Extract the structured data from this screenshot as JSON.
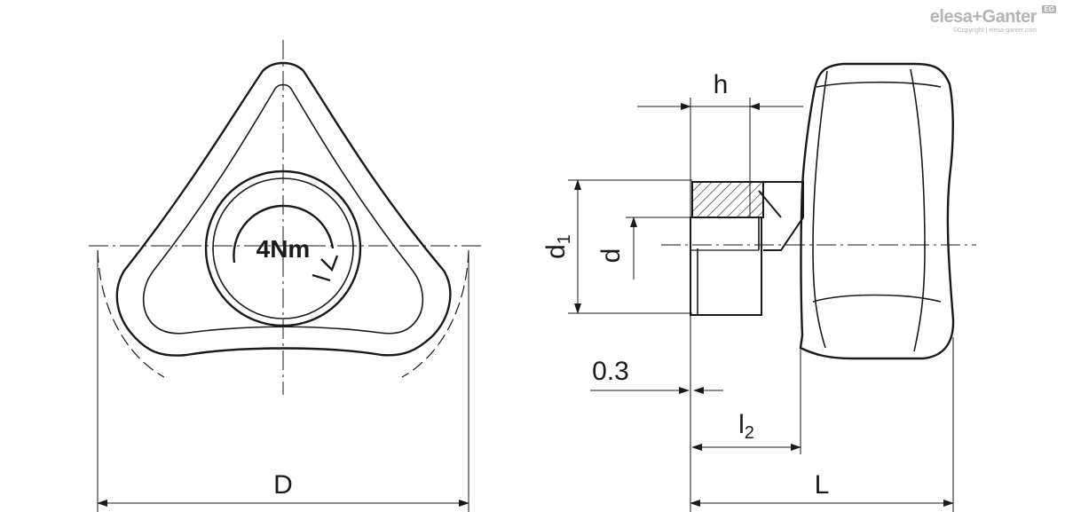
{
  "brand": {
    "name": "elesa+Ganter",
    "tagline": "©Copyright | elesa-ganter.com",
    "badge": "EG"
  },
  "front_view": {
    "torque_label": "4Nm",
    "diameter_label": "D"
  },
  "side_view": {
    "height_label": "h",
    "bore_diameter_label": "d",
    "outer_diameter_label": "d",
    "outer_diameter_subscript": "1",
    "clearance_label": "0.3",
    "length_label": "L",
    "thread_length_label": "l",
    "thread_length_subscript": "2"
  }
}
